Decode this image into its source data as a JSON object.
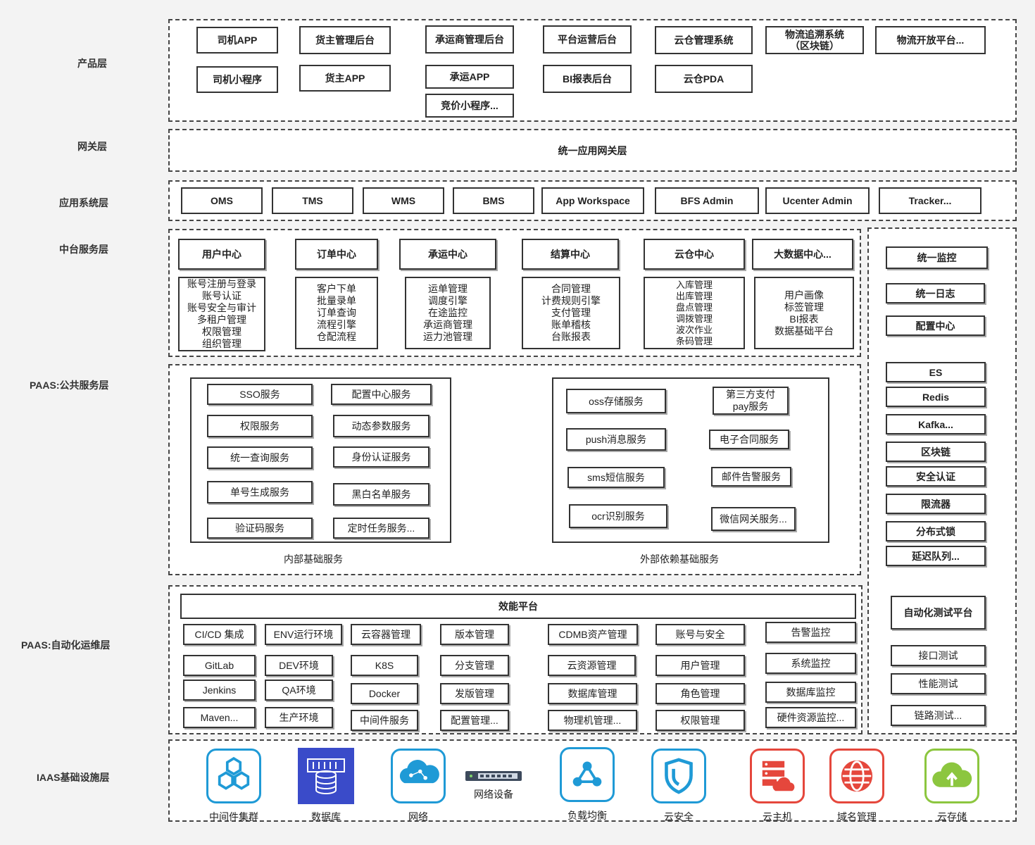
{
  "layers": {
    "product": "产品层",
    "gateway": "网关层",
    "app": "应用系统层",
    "middle": "中台服务层",
    "paas_public": "PAAS:公共服务层",
    "paas_ops": "PAAS:自动化运维层",
    "iaas": "IAAS基础设施层"
  },
  "product": {
    "driver_app": "司机APP",
    "driver_mini": "司机小程序",
    "shipper_admin": "货主管理后台",
    "shipper_app": "货主APP",
    "carrier_admin": "承运商管理后台",
    "carrier_app": "承运APP",
    "bidding_mini": "竞价小程序...",
    "platform_ops": "平台运营后台",
    "bi_admin": "BI报表后台",
    "cloud_wms": "云仓管理系统",
    "cloud_pda": "云仓PDA",
    "trace_line1": "物流追溯系统",
    "trace_line2": "（区块链）",
    "open_platform": "物流开放平台..."
  },
  "gateway": {
    "label": "统一应用网关层"
  },
  "apps": [
    "OMS",
    "TMS",
    "WMS",
    "BMS",
    "App Workspace",
    "BFS Admin",
    "Ucenter Admin",
    "Tracker..."
  ],
  "centers": [
    {
      "title": "用户中心",
      "items": [
        "账号注册与登录",
        "账号认证",
        "账号安全与审计",
        "多租户管理",
        "权限管理",
        "组织管理"
      ]
    },
    {
      "title": "订单中心",
      "items": [
        "客户下单",
        "批量录单",
        "订单查询",
        "流程引擎",
        "仓配流程"
      ]
    },
    {
      "title": "承运中心",
      "items": [
        "运单管理",
        "调度引擎",
        "在途监控",
        "承运商管理",
        "运力池管理"
      ]
    },
    {
      "title": "结算中心",
      "items": [
        "合同管理",
        "计费规则引擎",
        "支付管理",
        "账单稽核",
        "台账报表"
      ]
    },
    {
      "title": "云仓中心",
      "items": [
        "入库管理",
        "出库管理",
        "盘点管理",
        "调拨管理",
        "波次作业",
        "条码管理"
      ]
    },
    {
      "title": "大数据中心...",
      "items": [
        "用户画像",
        "标签管理",
        "BI报表",
        "数据基础平台"
      ]
    }
  ],
  "internal": {
    "caption": "内部基础服务",
    "sso": "SSO服务",
    "config_center": "配置中心服务",
    "permission": "权限服务",
    "dynamic_params": "动态参数服务",
    "unified_query": "统一查询服务",
    "identity_auth": "身份认证服务",
    "serial_number": "单号生成服务",
    "blacklist": "黑白名单服务",
    "captcha": "验证码服务",
    "scheduler": "定时任务服务..."
  },
  "external": {
    "caption": "外部依赖基础服务",
    "oss": "oss存储服务",
    "pay_line1": "第三方支付",
    "pay_line2": "pay服务",
    "push": "push消息服务",
    "contract": "电子合同服务",
    "sms": "sms短信服务",
    "email": "邮件告警服务",
    "ocr": "ocr识别服务",
    "wechat": "微信网关服务..."
  },
  "right": {
    "monitor": "统一监控",
    "logging": "统一日志",
    "config": "配置中心",
    "es": "ES",
    "redis": "Redis",
    "kafka": "Kafka...",
    "blockchain": "区块链",
    "security": "安全认证",
    "limiter": "限流器",
    "dlock": "分布式锁",
    "delay_queue": "延迟队列...",
    "test_platform": "自动化测试平台",
    "api_test": "接口测试",
    "perf_test": "性能测试",
    "trace_test": "链路测试..."
  },
  "ops": {
    "title": "效能平台",
    "columns": [
      [
        "CI/CD 集成",
        "GitLab",
        "Jenkins",
        "Maven..."
      ],
      [
        "ENV运行环境",
        "DEV环境",
        "QA环境",
        "生产环境"
      ],
      [
        "云容器管理",
        "K8S",
        "Docker",
        "中间件服务"
      ],
      [
        "版本管理",
        "分支管理",
        "发版管理",
        "配置管理..."
      ],
      [
        "CDMB资产管理",
        "云资源管理",
        "数据库管理",
        "物理机管理..."
      ],
      [
        "账号与安全",
        "用户管理",
        "角色管理",
        "权限管理"
      ],
      [
        "告警监控",
        "系统监控",
        "数据库监控",
        "硬件资源监控..."
      ]
    ]
  },
  "iaas": {
    "middleware_cluster": "中间件集群",
    "database": "数据库",
    "network": "网络",
    "network_device": "网络设备",
    "load_balancer": "负载均衡",
    "cloud_security": "云安全",
    "cloud_host": "云主机",
    "domain_mgmt": "域名管理",
    "cloud_storage": "云存储"
  },
  "colors": {
    "iaas_blue": "#1f9ad6",
    "iaas_navy": "#3a4bc9",
    "iaas_red": "#e5473c",
    "iaas_green": "#8cc63f"
  }
}
